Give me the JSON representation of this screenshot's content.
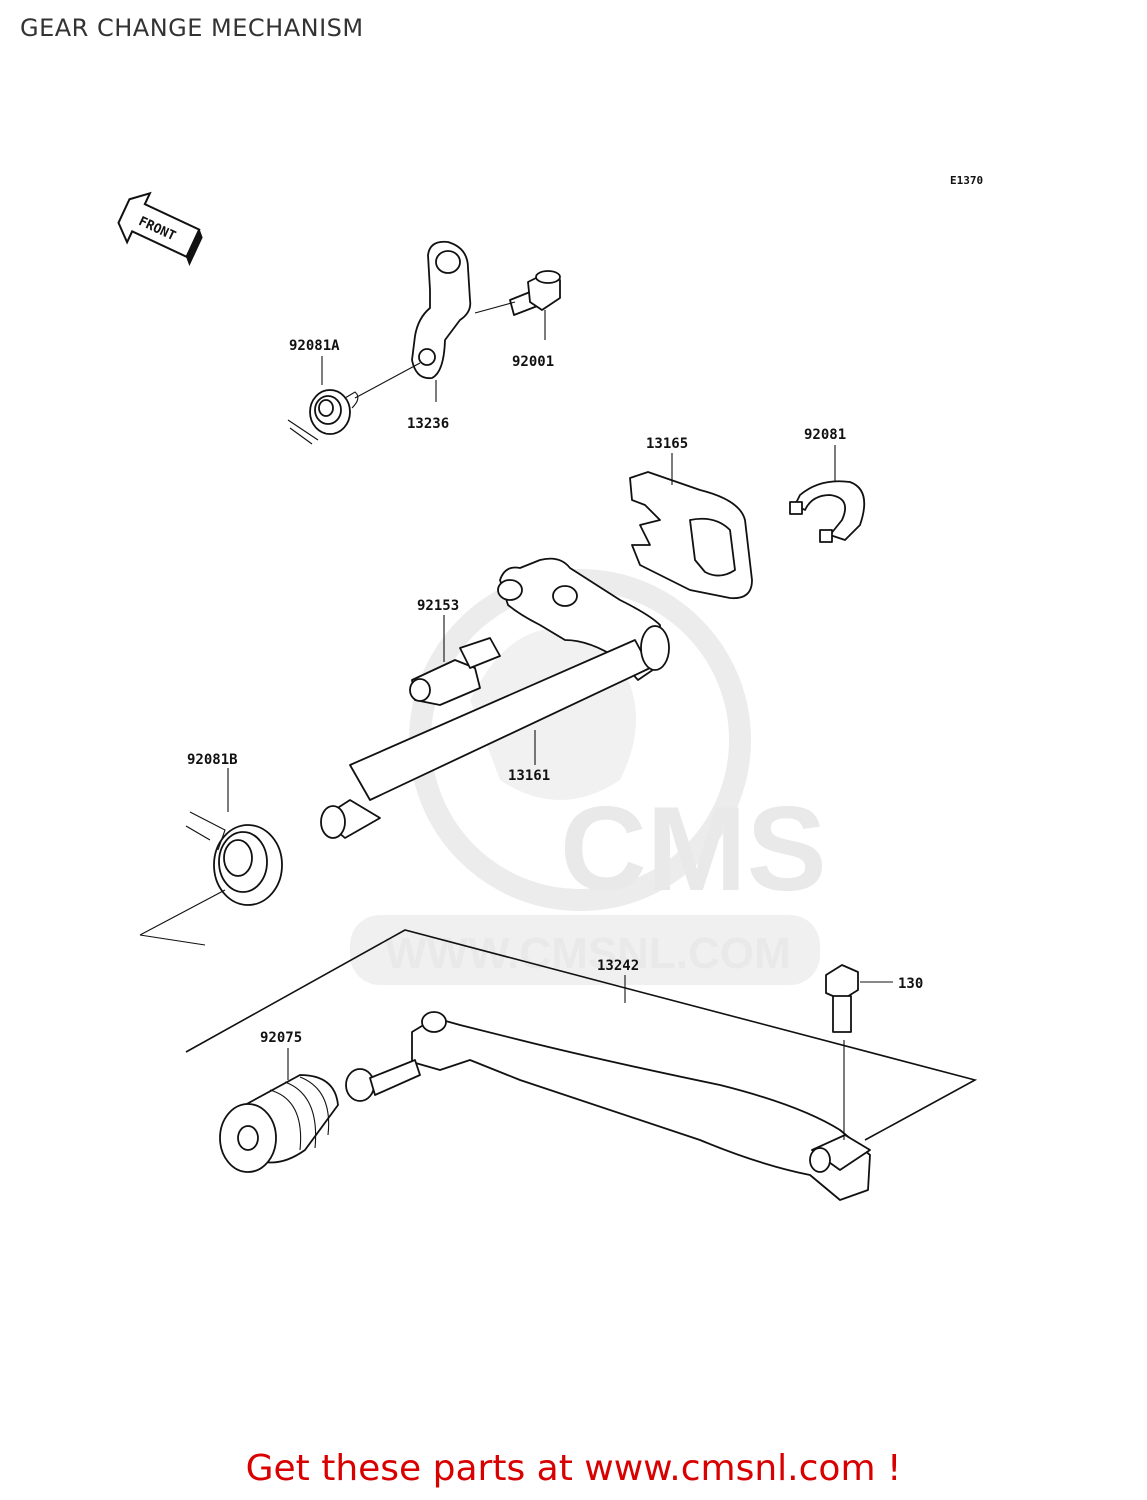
{
  "page": {
    "title": "GEAR CHANGE MECHANISM",
    "footer_link": "Get these parts at www.cmsnl.com !"
  },
  "diagram": {
    "code": "E1370",
    "front_marker": "FRONT",
    "watermark": {
      "brand": "CMS",
      "url": "WWW.CMSNL.COM"
    },
    "callouts": [
      {
        "id": "c-92081A",
        "label": "92081A"
      },
      {
        "id": "c-92001",
        "label": "92001"
      },
      {
        "id": "c-13236",
        "label": "13236"
      },
      {
        "id": "c-13165",
        "label": "13165"
      },
      {
        "id": "c-92081",
        "label": "92081"
      },
      {
        "id": "c-92153",
        "label": "92153"
      },
      {
        "id": "c-92081B",
        "label": "92081B"
      },
      {
        "id": "c-13161",
        "label": "13161"
      },
      {
        "id": "c-13242",
        "label": "13242"
      },
      {
        "id": "c-130",
        "label": "130"
      },
      {
        "id": "c-92075",
        "label": "92075"
      }
    ]
  },
  "colors": {
    "footer": "#d90000",
    "title": "#333333",
    "watermark": "#e9e9e9"
  }
}
